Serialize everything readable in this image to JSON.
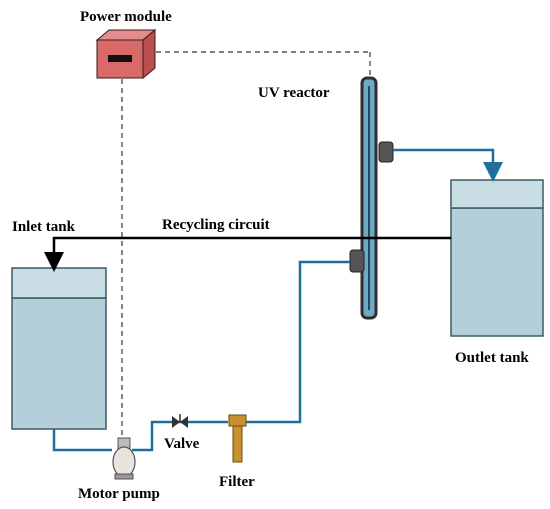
{
  "labels": {
    "power_module": "Power module",
    "uv_reactor": "UV reactor",
    "inlet_tank": "Inlet tank",
    "recycling_circuit": "Recycling circuit",
    "outlet_tank": "Outlet tank",
    "valve": "Valve",
    "filter": "Filter",
    "motor_pump": "Motor pump"
  },
  "colors": {
    "pipe": "#1f6f9c",
    "tank_fill": "#b4cfd9",
    "tank_top": "#c9dde5",
    "tank_stroke": "#3e5a64",
    "power_box": "#d96a6a",
    "filter": "#c8902e",
    "reactor_frame": "#4a4a4a",
    "reactor_glass": "#6fa9c4"
  }
}
